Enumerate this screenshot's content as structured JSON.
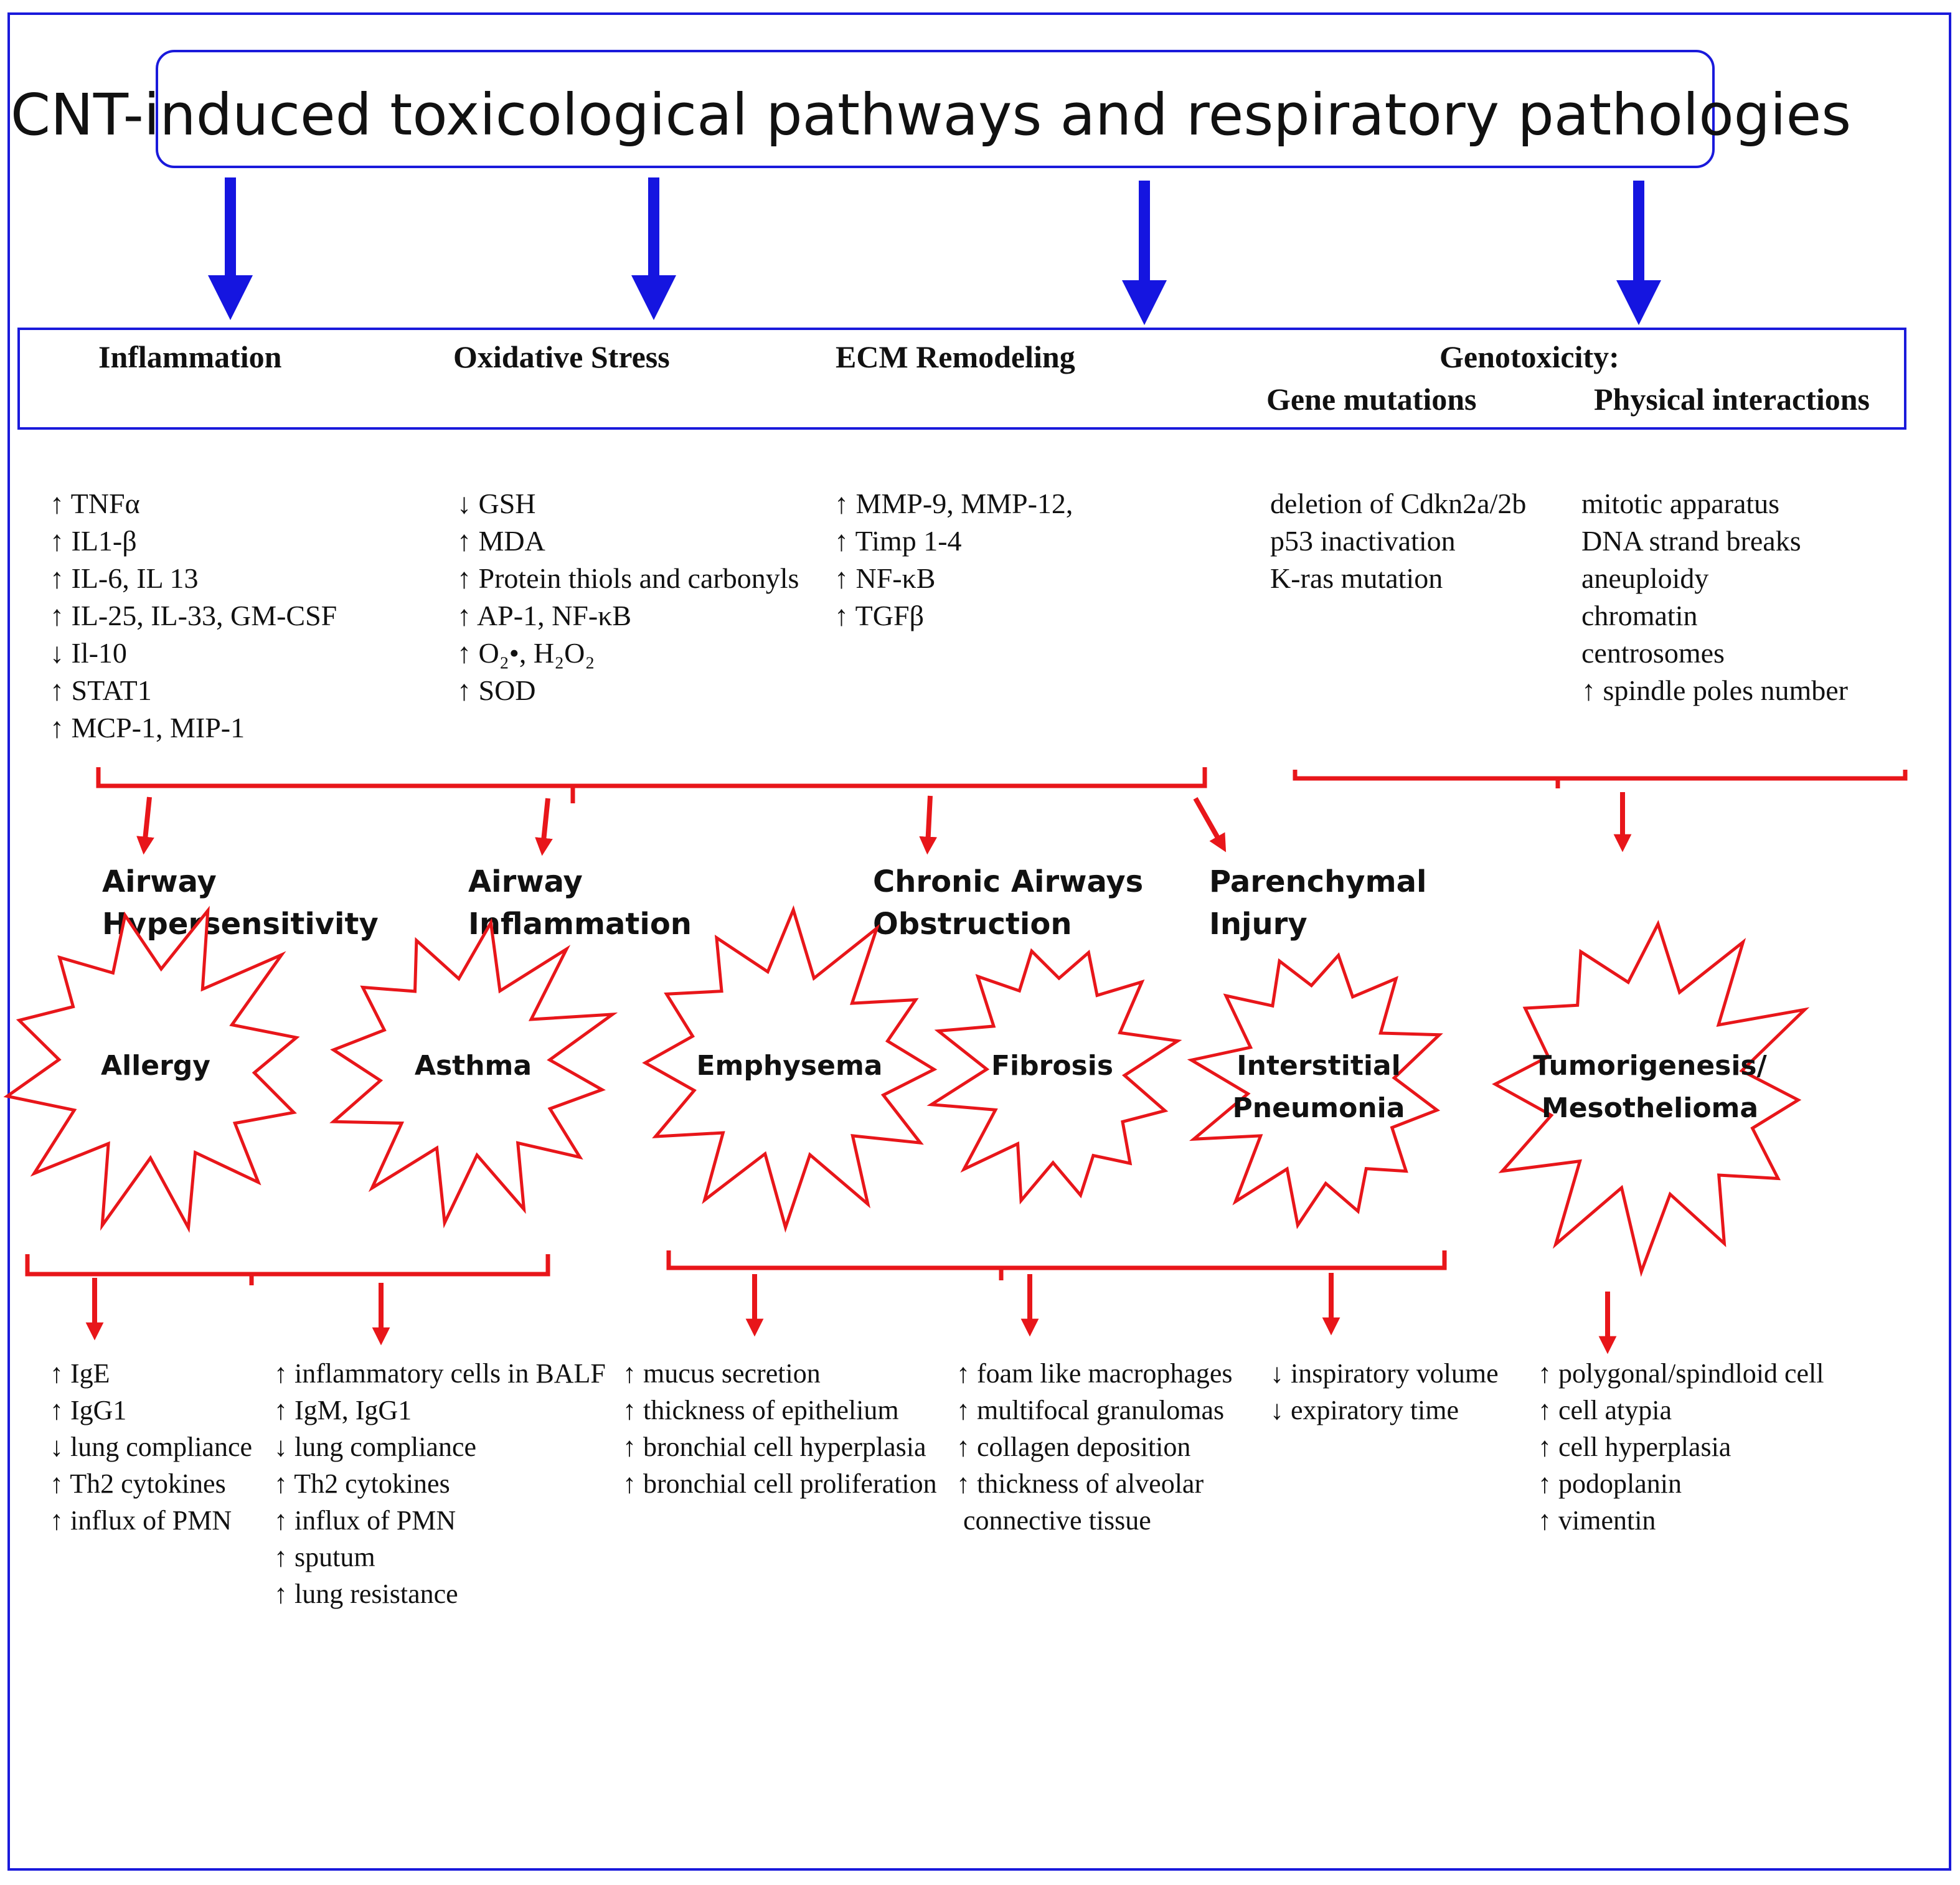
{
  "title": "CNT-induced toxicological pathways and respiratory pathologies",
  "colors": {
    "frame": "#1a1adb",
    "arrow_blue": "#1515e0",
    "red": "#e8161a",
    "text": "#111111"
  },
  "pathway_headers": {
    "inflammation": "Inflammation",
    "oxidative": "Oxidative Stress",
    "ecm": "ECM Remodeling",
    "genotox": "Genotoxicity:",
    "gene_mut": "Gene mutations",
    "physical": "Physical interactions"
  },
  "markers": {
    "inflammation": [
      "↑  TNFα",
      "↑  IL1-β",
      "↑  IL-6, IL 13",
      "↑  IL-25, IL-33, GM-CSF",
      "↓ Il-10",
      "↑ STAT1",
      "↑  MCP-1, MIP-1"
    ],
    "oxidative": [
      "↓  GSH",
      "↑  MDA",
      "↑ Protein thiols  and carbonyls",
      "↑  AP-1, NF-κB",
      "↑ O₂•, H₂O₂",
      "↑  SOD"
    ],
    "ecm": [
      "↑ MMP-9, MMP-12,",
      "↑ Timp 1-4",
      "↑ NF-κB",
      "↑ TGFβ"
    ],
    "gene_mut": [
      "deletion of Cdkn2a/2b",
      "p53 inactivation",
      "K-ras mutation"
    ],
    "physical": [
      "mitotic apparatus",
      "DNA strand breaks",
      "aneuploidy",
      "chromatin",
      "centrosomes",
      "↑ spindle poles number"
    ]
  },
  "conditions": {
    "hyper": [
      "Airway",
      "Hypersensitivity"
    ],
    "airway_infl": [
      "Airway",
      "Inflammation"
    ],
    "chronic": [
      "Chronic Airways",
      "Obstruction"
    ],
    "parenchymal": [
      "Parenchymal",
      "Injury"
    ]
  },
  "pathologies": {
    "allergy": [
      "Allergy"
    ],
    "asthma": [
      "Asthma"
    ],
    "emphysema": [
      "Emphysema"
    ],
    "fibrosis": [
      "Fibrosis"
    ],
    "interstitial": [
      "Interstitial",
      "Pneumonia"
    ],
    "tumor": [
      "Tumorigenesis/",
      "Mesothelioma"
    ]
  },
  "outcomes": {
    "allergy": [
      "↑ IgE",
      "↑ IgG1",
      "↓ lung compliance",
      "↑ Th2 cytokines",
      "↑ influx of PMN"
    ],
    "asthma": [
      "↑ inflammatory cells in BALF",
      "↑ IgM, IgG1",
      "↓ lung compliance",
      "↑ Th2 cytokines",
      "↑ influx of PMN",
      "↑ sputum",
      "↑ lung resistance"
    ],
    "emphysema": [
      "↑ mucus secretion",
      "↑ thickness of epithelium",
      "↑ bronchial cell hyperplasia",
      "↑ bronchial cell proliferation"
    ],
    "fibrosis": [
      "↑ foam like macrophages",
      "↑ multifocal granulomas",
      "↑ collagen deposition",
      "↑ thickness of alveolar",
      "   connective tissue"
    ],
    "interstitial": [
      "↓ inspiratory volume",
      "↓ expiratory time"
    ],
    "tumor": [
      "↑ polygonal/spindloid cell",
      "↑ cell atypia",
      "↑ cell hyperplasia",
      "↑ podoplanin",
      "↑ vimentin"
    ]
  }
}
